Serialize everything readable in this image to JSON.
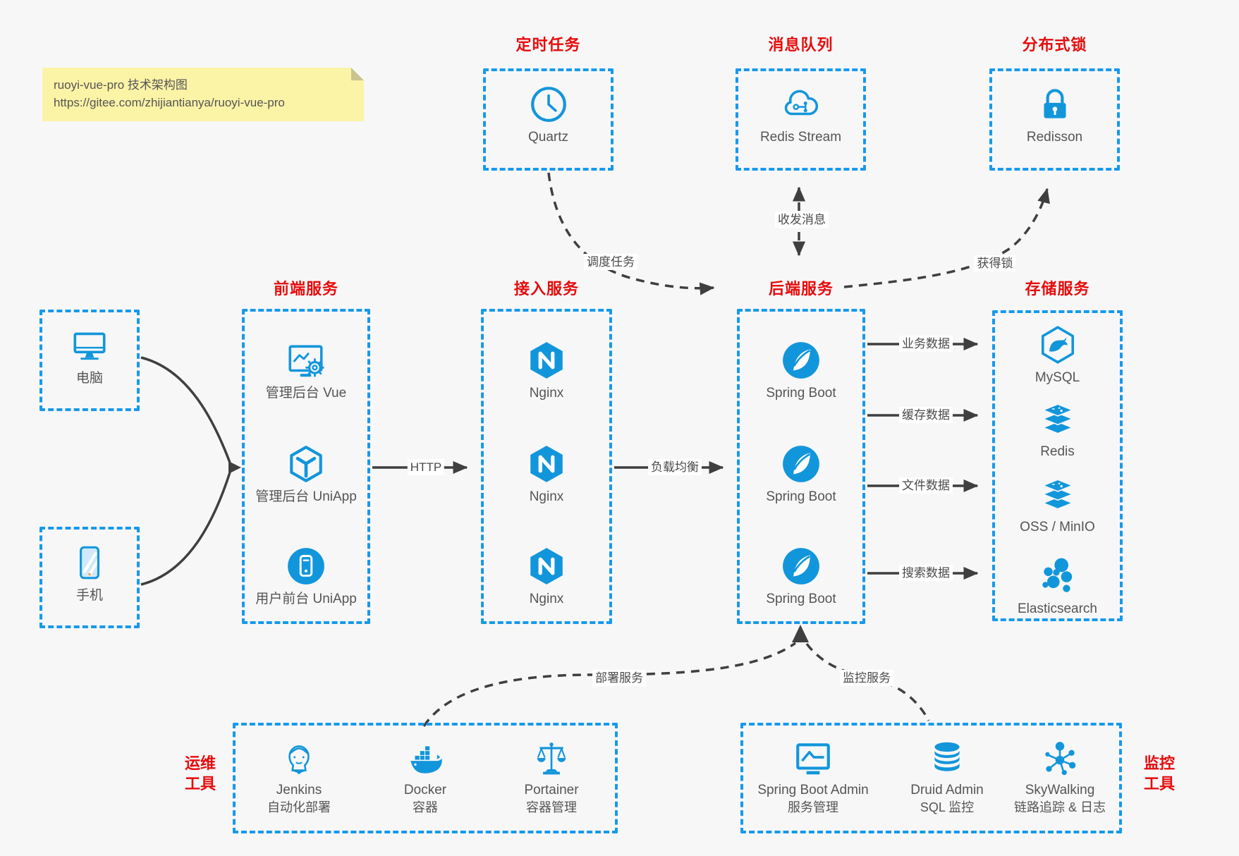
{
  "colors": {
    "blue": "#1296db",
    "border_blue": "#1799ec",
    "red": "#e60c0c",
    "line": "#3f3f3f",
    "label_text": "#4a4a4a",
    "item_text": "#555555",
    "background": "#f7f7f8",
    "note_bg": "#fbf3a6",
    "note_fold": "#c9c38e",
    "note_text": "#555555"
  },
  "note": {
    "title": "ruoyi-vue-pro 技术架构图",
    "url": "https://gitee.com/zhijiantianya/ruoyi-vue-pro"
  },
  "sections": {
    "scheduled": {
      "title": "定时任务",
      "items": [
        {
          "icon": "clock",
          "label": "Quartz"
        }
      ]
    },
    "mq": {
      "title": "消息队列",
      "items": [
        {
          "icon": "cloud-stream",
          "label": "Redis Stream"
        }
      ]
    },
    "lock": {
      "title": "分布式锁",
      "items": [
        {
          "icon": "lock",
          "label": "Redisson"
        }
      ]
    },
    "clients": {
      "computer": {
        "icon": "desktop",
        "label": "电脑"
      },
      "phone": {
        "icon": "phone",
        "label": "手机"
      }
    },
    "frontend": {
      "title": "前端服务",
      "items": [
        {
          "icon": "admin-vue",
          "label": "管理后台 Vue"
        },
        {
          "icon": "uniapp-cube",
          "label": "管理后台 UniApp"
        },
        {
          "icon": "uniapp-circle",
          "label": "用户前台 UniApp"
        }
      ]
    },
    "gateway": {
      "title": "接入服务",
      "items": [
        {
          "icon": "nginx",
          "label": "Nginx"
        },
        {
          "icon": "nginx",
          "label": "Nginx"
        },
        {
          "icon": "nginx",
          "label": "Nginx"
        }
      ]
    },
    "backend": {
      "title": "后端服务",
      "items": [
        {
          "icon": "spring-boot",
          "label": "Spring Boot"
        },
        {
          "icon": "spring-boot",
          "label": "Spring Boot"
        },
        {
          "icon": "spring-boot",
          "label": "Spring Boot"
        }
      ]
    },
    "storage": {
      "title": "存储服务",
      "items": [
        {
          "icon": "mysql",
          "label": "MySQL"
        },
        {
          "icon": "redis-stack",
          "label": "Redis"
        },
        {
          "icon": "redis-stack",
          "label": "OSS / MinIO"
        },
        {
          "icon": "elasticsearch",
          "label": "Elasticsearch"
        }
      ]
    },
    "ops": {
      "title_line1": "运维",
      "title_line2": "工具",
      "items": [
        {
          "icon": "jenkins",
          "label": "Jenkins",
          "sublabel": "自动化部署"
        },
        {
          "icon": "docker",
          "label": "Docker",
          "sublabel": "容器"
        },
        {
          "icon": "portainer",
          "label": "Portainer",
          "sublabel": "容器管理"
        }
      ]
    },
    "monitor": {
      "title_line1": "监控",
      "title_line2": "工具",
      "items": [
        {
          "icon": "spring-boot-admin",
          "label": "Spring Boot Admin",
          "sublabel": "服务管理"
        },
        {
          "icon": "druid",
          "label": "Druid Admin",
          "sublabel": "SQL 监控"
        },
        {
          "icon": "skywalking",
          "label": "SkyWalking",
          "sublabel": "链路追踪 & 日志"
        }
      ]
    }
  },
  "edges": {
    "schedule": "调度任务",
    "messages": "收发消息",
    "acquire_lock": "获得锁",
    "http": "HTTP",
    "load_balance": "负载均衡",
    "business_data": "业务数据",
    "cache_data": "缓存数据",
    "file_data": "文件数据",
    "search_data": "搜索数据",
    "deploy": "部署服务",
    "monitor": "监控服务"
  }
}
